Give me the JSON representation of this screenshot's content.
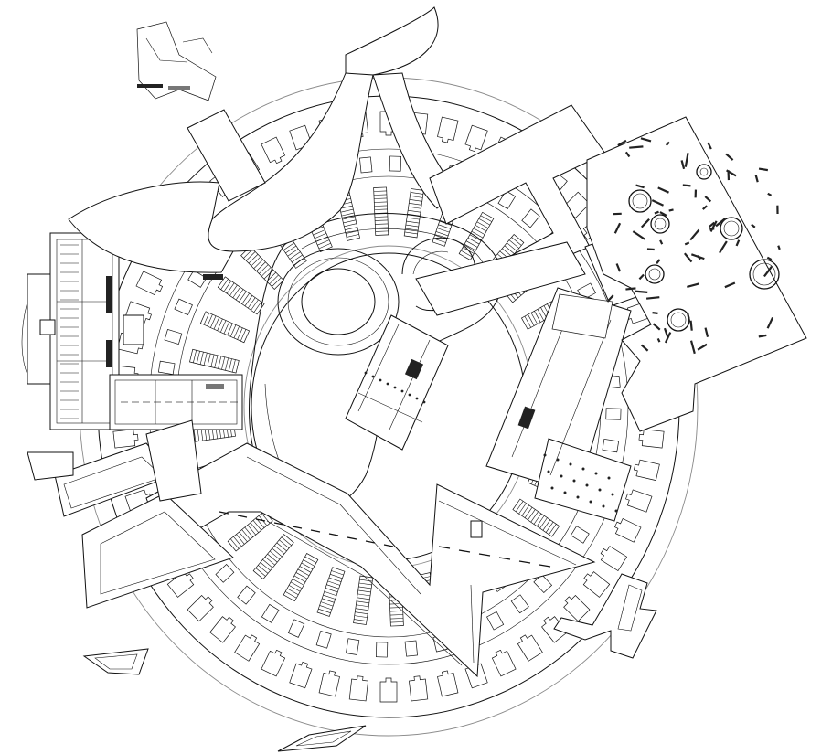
{
  "drawing": {
    "kind": "architectural site plan",
    "line_color": "#111111",
    "background": "#ffffff",
    "components": [
      "ring-building-footprint",
      "central-courtyard",
      "rotunda",
      "classical-palace-wing",
      "slab-building-north",
      "slab-building-east",
      "zigzag-building",
      "wedge-building-southwest",
      "ruins-district-east",
      "fragment-clusters",
      "small-pavilions"
    ],
    "cell_count_outer_ring": 56
  }
}
